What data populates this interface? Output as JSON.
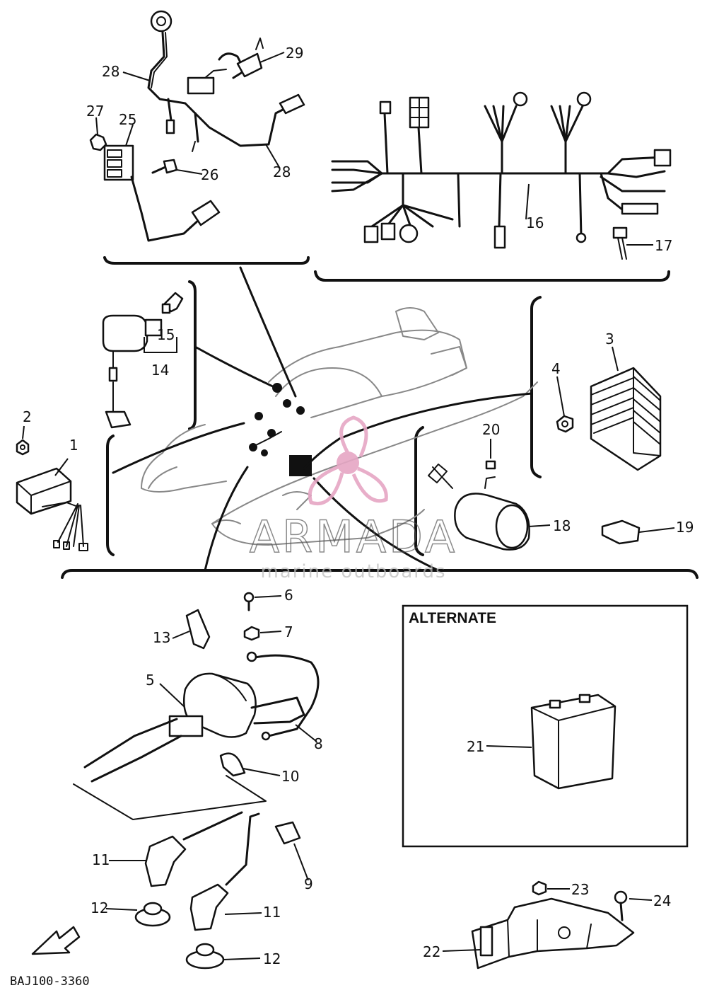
{
  "parts": [
    "1",
    "2",
    "3",
    "4",
    "5",
    "6",
    "7",
    "8",
    "9",
    "10",
    "11",
    "11",
    "12",
    "12",
    "13",
    "14",
    "15",
    "16",
    "17",
    "18",
    "19",
    "20",
    "21",
    "22",
    "23",
    "24",
    "25",
    "26",
    "27",
    "28",
    "28",
    "29"
  ],
  "alternate_label": "ALTERNATE",
  "diagram_code": "BAJ100-3360",
  "watermark": {
    "brand": "ARMADA",
    "tagline": "marine outboards",
    "color": "#e6a6c4"
  }
}
